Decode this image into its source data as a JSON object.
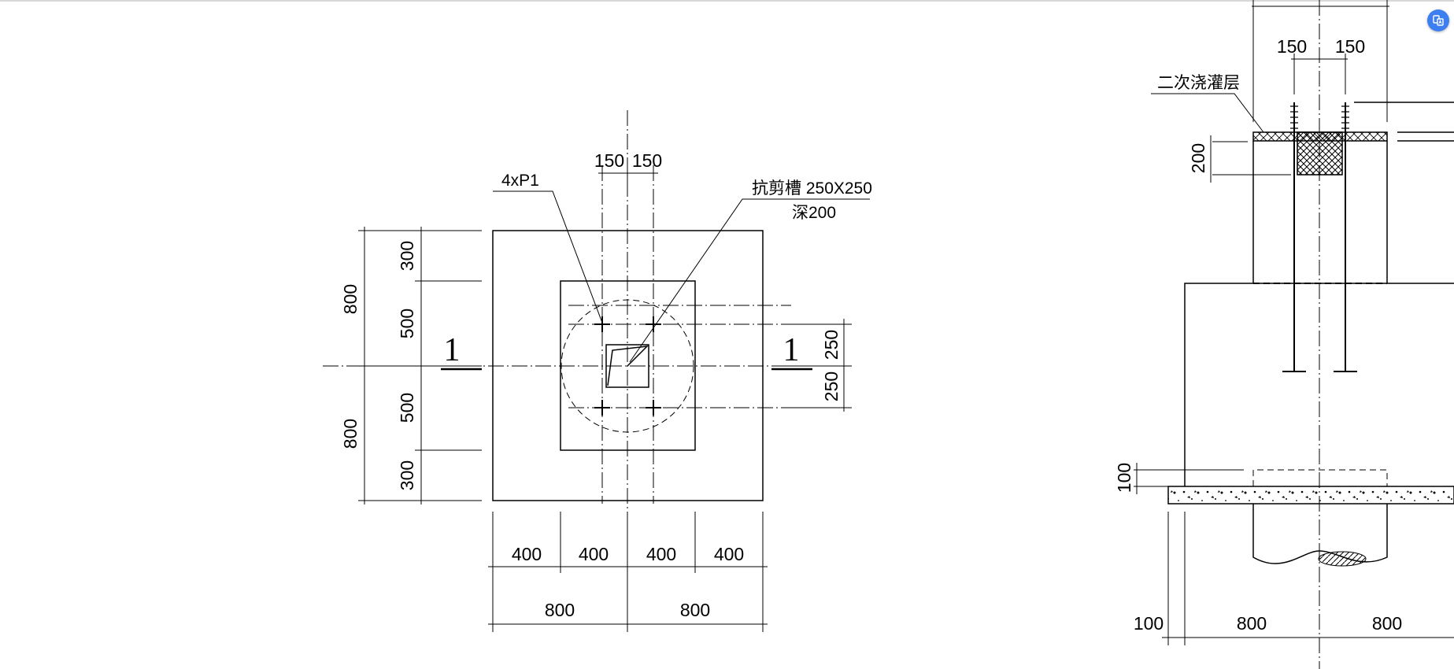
{
  "accent_color": "#3d7ef0",
  "icons": {
    "float_button": "translate-icon"
  },
  "plan": {
    "section_mark": "1",
    "label_bolts": "4xP1",
    "label_groove": "抗剪槽 250X250",
    "label_depth": "深200",
    "dims_top": [
      "150",
      "150"
    ],
    "dims_left_outer": [
      "800",
      "800"
    ],
    "dims_left_inner": [
      "300",
      "500",
      "500",
      "300"
    ],
    "dims_right": [
      "250",
      "250"
    ],
    "dims_bottom_row1": [
      "400",
      "400",
      "400",
      "400"
    ],
    "dims_bottom_row2": [
      "800",
      "800"
    ]
  },
  "section": {
    "label_grout": "二次浇灌层",
    "dims_top": [
      "150",
      "150"
    ],
    "dim_left_upper": "200",
    "dim_left_lower": "100",
    "dims_bottom": [
      "100",
      "800",
      "800"
    ]
  }
}
